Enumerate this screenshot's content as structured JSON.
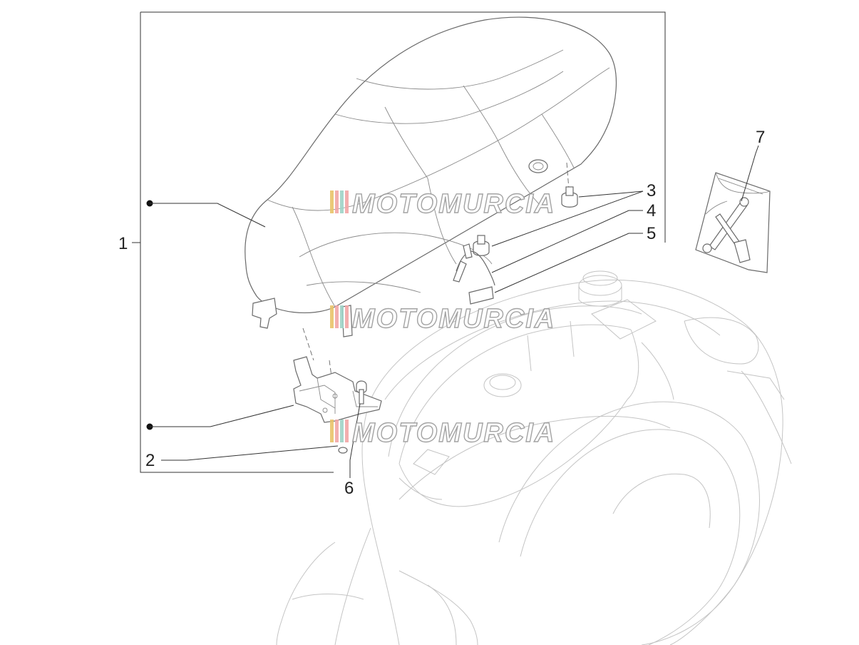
{
  "callouts": [
    {
      "id": "1",
      "label": "1"
    },
    {
      "id": "2",
      "label": "2"
    },
    {
      "id": "3",
      "label": "3"
    },
    {
      "id": "4",
      "label": "4"
    },
    {
      "id": "5",
      "label": "5"
    },
    {
      "id": "6",
      "label": "6"
    },
    {
      "id": "7",
      "label": "7"
    }
  ],
  "watermark": {
    "text": "MOTOMURCIA",
    "stripe_colors": [
      "#e9c46a",
      "#f2a6a6",
      "#9fd3c7"
    ]
  },
  "colors": {
    "line": "#6a6a6a",
    "faint": "#c4c4c4",
    "text": "#222222"
  }
}
